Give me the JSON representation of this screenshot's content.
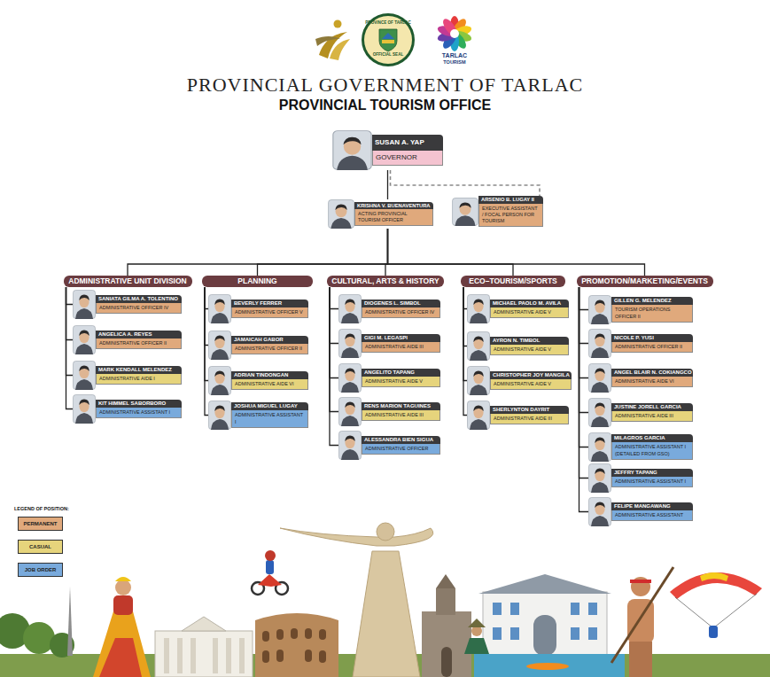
{
  "diagram": {
    "title": "PROVINCIAL GOVERNMENT OF TARLAC",
    "nodes": [
      {
        "text": [
          "SUSAN A. YAP",
          "GOVERNOR"
        ]
      },
      {
        "text": [
          "KRISHNA V. BUENAVENTURA",
          "ACTING PROVINCIAL TOURISM OFFICER"
        ]
      },
      {
        "text": [
          "ARSENIO B. LUGAY II",
          "EXECUTIVE ASSISTANT / FOCAL PERSON FOR TOURISM"
        ]
      },
      {
        "text": [
          "ADMINISTRATIVE UNIT DIVISION"
        ]
      },
      {
        "text": [
          "PLANNING"
        ]
      },
      {
        "text": [
          "CULTURAL, ARTS & HISTORY"
        ]
      },
      {
        "text": [
          "ECO–TOURISM/SPORTS"
        ]
      },
      {
        "text": [
          "PROMOTION/MARKETING/EVENTS"
        ]
      },
      {
        "text": [
          "SANIATA GILMA A. TOLENTINO",
          "ADMINISTRATIVE OFFICER IV"
        ]
      },
      {
        "text": [
          "ANGELICA A. REYES",
          "ADMINISTRATIVE OFFICER II"
        ]
      },
      {
        "text": [
          "MARK KENDALL MELENDEZ",
          "ADMINISTRATIVE AIDE I"
        ]
      },
      {
        "text": [
          "KIT HIMMEL SABORBORO",
          "ADMINISTRATIVE ASSISTANT I"
        ]
      },
      {
        "text": [
          "BEVERLY FERRER",
          "ADMINISTRATIVE OFFICER V"
        ]
      },
      {
        "text": [
          "JAMAICAH GABOR",
          "ADMINISTRATIVE OFFICER II"
        ]
      },
      {
        "text": [
          "ADRIAN TINDONGAN",
          "ADMINISTRATIVE AIDE VI"
        ]
      },
      {
        "text": [
          "JOSHUA MIGUEL LUGAY",
          "ADMINISTRATIVE ASSISTANT I"
        ]
      },
      {
        "text": [
          "DIOGENES L. SIMBOL",
          "ADMINISTRATIVE OFFICER IV"
        ]
      },
      {
        "text": [
          "GIGI M. LEGASPI",
          "ADMINISTRATIVE AIDE III"
        ]
      },
      {
        "text": [
          "ANGELITO TAPANG",
          "ADMINISTRATIVE AIDE V"
        ]
      },
      {
        "text": [
          "RENS MARION TAGUINES",
          "ADMINISTRATIVE AIDE III"
        ]
      },
      {
        "text": [
          "ALESSANDRA BIEN SIGUA",
          "ADMINISTRATIVE OFFICER"
        ]
      },
      {
        "text": [
          "MICHAEL PAOLO M. AVILA",
          "ADMINISTRATIVE AIDE V"
        ]
      },
      {
        "text": [
          "AYRON N. TIMBOL",
          "ADMINISTRATIVE AIDE V"
        ]
      },
      {
        "text": [
          "CHRISTOPHER JOY MANGILA",
          "ADMINISTRATIVE AIDE V"
        ]
      },
      {
        "text": [
          "SHERLYNTON DAYRIT",
          "ADMINISTRATIVE AIDE III"
        ]
      },
      {
        "text": [
          "GILLEN G. MELENDEZ",
          "TOURISM OPERATIONS OFFICER II"
        ]
      },
      {
        "text": [
          "NICOLE P. YUSI",
          "ADMINISTRATIVE OFFICER II"
        ]
      },
      {
        "text": [
          "ANGEL BLAIR N. COKIANGCO",
          "ADMINISTRATIVE AIDE VI"
        ]
      },
      {
        "text": [
          "JUSTINE JORELL GARCIA",
          "ADMINISTRATIVE AIDE III"
        ]
      },
      {
        "text": [
          "MILAGROS GARCIA",
          "ADMINISTRATIVE ASSISTANT I (DETAILED FROM GSO)"
        ]
      },
      {
        "text": [
          "JEFFRY TAPANG",
          "ADMINISTRATIVE ASSISTANT I"
        ]
      },
      {
        "text": [
          "FELIPE MANGAWANG",
          "ADMINISTRATIVE ASSISTANT"
        ]
      }
    ],
    "edges": [
      {
        "from": 0,
        "to": 1,
        "arrow": "none"
      },
      {
        "from": 0,
        "to": 2,
        "arrow": "none"
      },
      {
        "from": 1,
        "to": 3,
        "arrow": "none"
      },
      {
        "from": 1,
        "to": 4,
        "arrow": "none"
      },
      {
        "from": 1,
        "to": 5,
        "arrow": "none"
      },
      {
        "from": 1,
        "to": 6,
        "arrow": "none"
      },
      {
        "from": 1,
        "to": 7,
        "arrow": "none"
      },
      {
        "from": 3,
        "to": 8,
        "arrow": "none"
      },
      {
        "from": 3,
        "to": 9,
        "arrow": "none"
      },
      {
        "from": 3,
        "to": 10,
        "arrow": "none"
      },
      {
        "from": 3,
        "to": 11,
        "arrow": "none"
      },
      {
        "from": 4,
        "to": 12,
        "arrow": "none"
      },
      {
        "from": 4,
        "to": 13,
        "arrow": "none"
      },
      {
        "from": 4,
        "to": 14,
        "arrow": "none"
      },
      {
        "from": 4,
        "to": 15,
        "arrow": "none"
      },
      {
        "from": 5,
        "to": 16,
        "arrow": "none"
      },
      {
        "from": 5,
        "to": 17,
        "arrow": "none"
      },
      {
        "from": 5,
        "to": 18,
        "arrow": "none"
      },
      {
        "from": 5,
        "to": 19,
        "arrow": "none"
      },
      {
        "from": 5,
        "to": 20,
        "arrow": "none"
      },
      {
        "from": 6,
        "to": 21,
        "arrow": "none"
      },
      {
        "from": 6,
        "to": 22,
        "arrow": "none"
      },
      {
        "from": 6,
        "to": 23,
        "arrow": "none"
      },
      {
        "from": 6,
        "to": 24,
        "arrow": "none"
      },
      {
        "from": 7,
        "to": 25,
        "arrow": "none"
      },
      {
        "from": 7,
        "to": 26,
        "arrow": "none"
      },
      {
        "from": 7,
        "to": 27,
        "arrow": "none"
      },
      {
        "from": 7,
        "to": 28,
        "arrow": "none"
      },
      {
        "from": 7,
        "to": 29,
        "arrow": "none"
      },
      {
        "from": 7,
        "to": 30,
        "arrow": "none"
      },
      {
        "from": 7,
        "to": 31,
        "arrow": "none"
      }
    ],
    "labels": [
      "PROVINCE OF TARLAC",
      "OFFICIAL SEAL",
      "TARLAC",
      "TOURISM",
      "PROVINCIAL TOURISM OFFICE",
      "LEGEND OF POSITION:"
    ],
    "legend": [
      {
        "text": "PERMANENT",
        "color": "#e0a97c"
      },
      {
        "text": "CASUAL",
        "color": "#e6d47c"
      },
      {
        "text": "JOB ORDER",
        "color": "#79aadc"
      }
    ]
  }
}
